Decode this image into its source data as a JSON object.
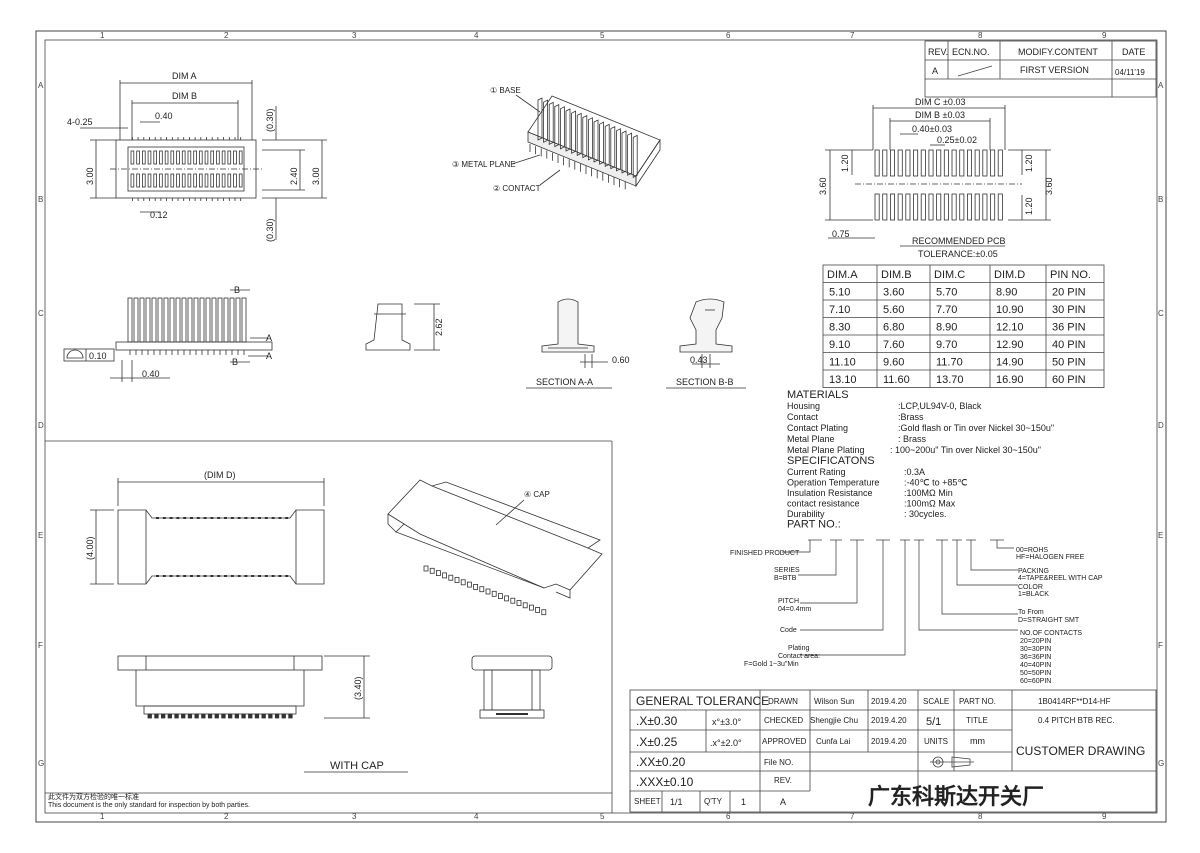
{
  "zones": {
    "cols": [
      "1",
      "2",
      "3",
      "4",
      "5",
      "6",
      "7",
      "8",
      "9"
    ],
    "rows": [
      "A",
      "B",
      "C",
      "D",
      "E",
      "F",
      "G"
    ]
  },
  "revision": {
    "headers": [
      "REV.",
      "ECN.NO.",
      "MODIFY.CONTENT",
      "DATE"
    ],
    "rows": [
      {
        "rev": "A",
        "ecn": "",
        "content": "FIRST VERSION",
        "date": "04/11'19"
      }
    ]
  },
  "top_view": {
    "dim_a": "DIM A",
    "dim_b": "DIM B",
    "pitch": "0.40",
    "edge": "4-0.25",
    "h300_left": "3.00",
    "h240": "2.40",
    "h300_right": "3.00",
    "top030": "(0.30)",
    "bot030": "(0.30)",
    "w012": "0.12"
  },
  "iso_labels": {
    "base": "① BASE",
    "metal_plane": "③ METAL PLANE",
    "contact": "② CONTACT",
    "cap": "④ CAP"
  },
  "pcb": {
    "dim_c": "DIM C ±0.03",
    "dim_b": "DIM B ±0.03",
    "pitch": "0.40±0.03",
    "pad": "0.25±0.02",
    "h360_left": "3.60",
    "h120_left": "1.20",
    "h120_r1": "1.20",
    "h120_r2": "1.20",
    "h360_right": "3.60",
    "w075": "0.75",
    "title": "RECOMMENDED PCB",
    "tolerance": "TOLERANCE:±0.05"
  },
  "dim_table": {
    "headers": [
      "DIM.A",
      "DIM.B",
      "DIM.C",
      "DIM.D",
      "PIN NO."
    ],
    "rows": [
      [
        "5.10",
        "3.60",
        "5.70",
        "8.90",
        "20 PIN"
      ],
      [
        "7.10",
        "5.60",
        "7.70",
        "10.90",
        "30 PIN"
      ],
      [
        "8.30",
        "6.80",
        "8.90",
        "12.10",
        "36 PIN"
      ],
      [
        "9.10",
        "7.60",
        "9.70",
        "12.90",
        "40 PIN"
      ],
      [
        "11.10",
        "9.60",
        "11.70",
        "14.90",
        "50 PIN"
      ],
      [
        "13.10",
        "11.60",
        "13.70",
        "16.90",
        "60 PIN"
      ]
    ]
  },
  "side_view": {
    "b_top": "B",
    "a_top": "A",
    "a_bot": "A",
    "b_bot": "B",
    "flat": "0.10",
    "w040": "0.40"
  },
  "sections": {
    "h262": "2.62",
    "w060": "0.60",
    "w043": "0.43",
    "section_a": "SECTION A-A",
    "section_b": "SECTION B-B"
  },
  "materials": {
    "title": "MATERIALS",
    "rows": [
      [
        "Housing",
        ":LCP,UL94V-0, Black"
      ],
      [
        "Contact",
        ":Brass"
      ],
      [
        "Contact Plating",
        ":Gold flash or Tin over Nickel 30~150u\""
      ],
      [
        "Metal Plane",
        ": Brass"
      ],
      [
        "Metal Plane Plating",
        ": 100~200u\" Tin over Nickel 30~150u\""
      ]
    ]
  },
  "specs": {
    "title": "SPECIFICATONS",
    "rows": [
      [
        "Current Rating",
        ":0.3A"
      ],
      [
        "Operation Temperature",
        ":-40℃ to +85℃"
      ],
      [
        "Insulation Resistance",
        ":100MΩ Min"
      ],
      [
        "contact resistance",
        ":100mΩ Max"
      ],
      [
        "Durability",
        ": 30cycles."
      ]
    ]
  },
  "part_no": {
    "title": "PART NO.:",
    "finished": "FINISHED PRODUCT",
    "series": [
      "SERIES",
      "B=BTB"
    ],
    "pitch": [
      "PITCH",
      "04=0.4mm"
    ],
    "code": "Code",
    "plating": [
      "Plating",
      "Contact area:",
      "F=Gold 1~3u\"Min"
    ],
    "rohs": [
      "00=ROHS",
      "HF=HALOGEN FREE"
    ],
    "packing": [
      "PACKING",
      "4=TAPE&REEL WITH CAP"
    ],
    "color": [
      "COLOR",
      "1=BLACK"
    ],
    "to_from": [
      "To From",
      "D=STRAIGHT SMT"
    ],
    "contacts": [
      "NO.OF CONTACTS",
      "20=20PIN",
      "30=30PIN",
      "36=36PIN",
      "40=40PIN",
      "50=50PIN",
      "60=60PIN"
    ]
  },
  "with_cap": {
    "dim_d": "(DIM D)",
    "h400": "(4.00)",
    "h340": "(3.40)",
    "title": "WITH CAP"
  },
  "title_block": {
    "general_tolerance": "GENERAL TOLERANCE",
    "tol1": ".X±0.30",
    "tol2": ".X±0.25",
    "tol3": ".XX±0.20",
    "tol4": ".XXX±0.10",
    "ang1": "x°±3.0°",
    "ang2": ".x°±2.0°",
    "drawn": "DRAWN",
    "drawn_by": "Wilson Sun",
    "drawn_date": "2019.4.20",
    "checked": "CHECKED",
    "checked_by": "Shengjie Chu",
    "checked_date": "2019.4.20",
    "approved": "APPROVED",
    "approved_by": "Cunfa Lai",
    "approved_date": "2019.4.20",
    "scale": "SCALE",
    "part_no": "PART NO.",
    "part_no_value": "1B0414RF**D14-HF",
    "scale_value": "5/1",
    "title_label": "TITLE",
    "title_value": "0.4 PITCH BTB REC.",
    "units": "UNITS",
    "units_value": "mm",
    "customer": "CUSTOMER DRAWING",
    "file_no": "File NO.",
    "rev": "REV.",
    "sheet": "SHEET",
    "sheet_value": "1/1",
    "qty": "Q'TY",
    "qty_value": "1",
    "rev_value": "A",
    "company": "广东科斯达开关厂"
  },
  "footer": {
    "line1": "此文件为双方检验的唯一标准",
    "line2": "This document is the only standard for inspection by both parties."
  }
}
